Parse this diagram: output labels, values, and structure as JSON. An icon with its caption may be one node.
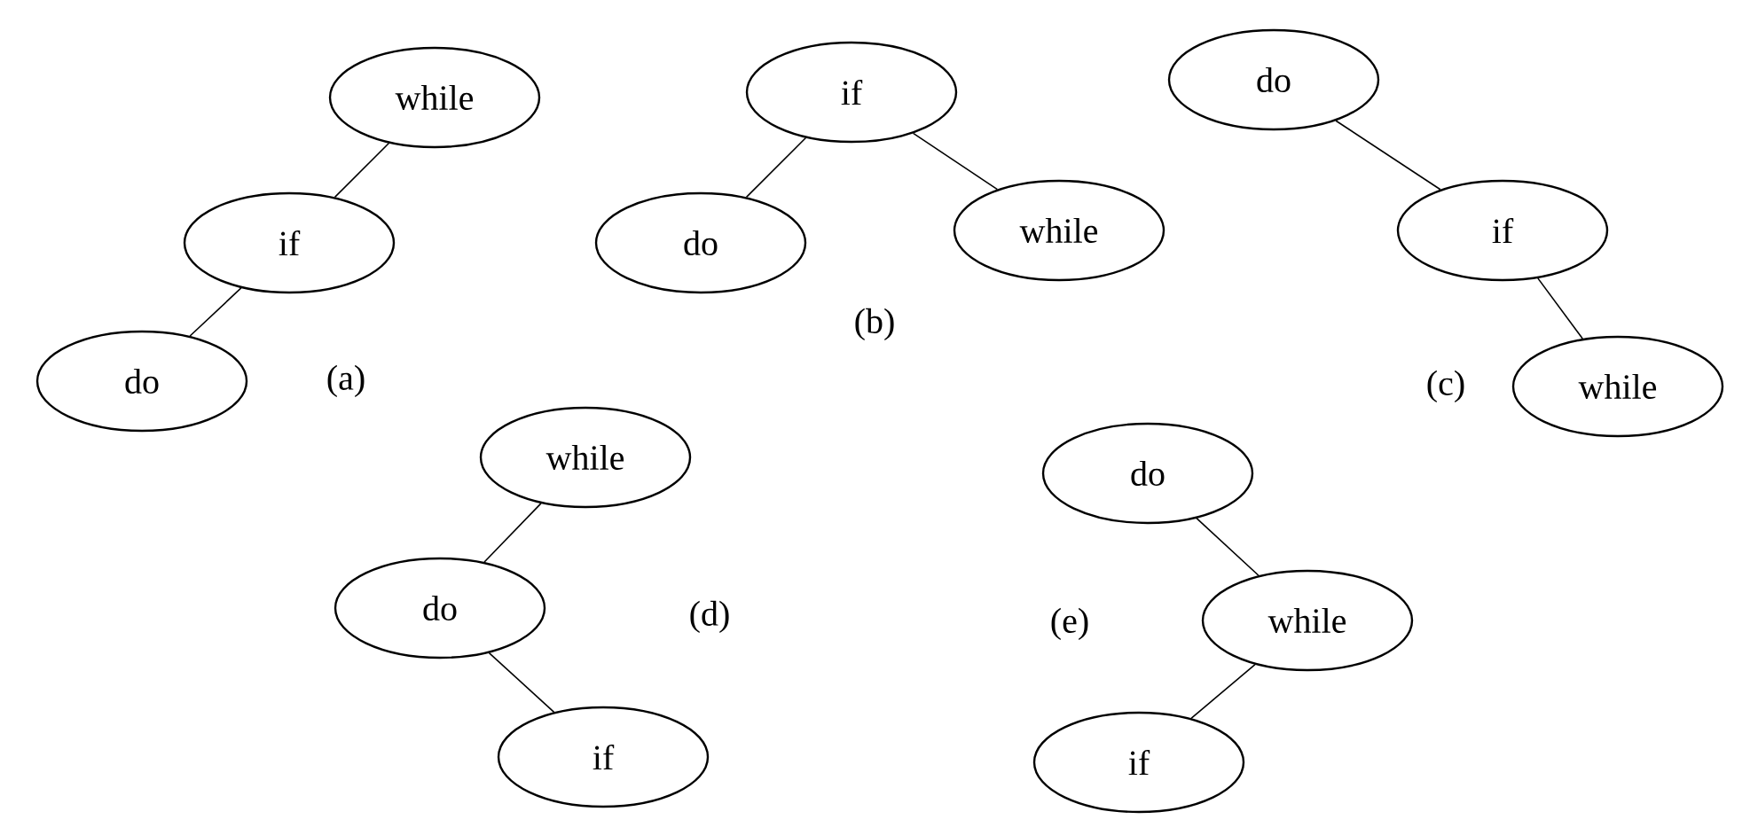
{
  "diagram": {
    "nodes": [
      {
        "text": [
          "while"
        ]
      },
      {
        "text": [
          "if"
        ]
      },
      {
        "text": [
          "do"
        ]
      },
      {
        "text": [
          "if"
        ]
      },
      {
        "text": [
          "do"
        ]
      },
      {
        "text": [
          "while"
        ]
      },
      {
        "text": [
          "do"
        ]
      },
      {
        "text": [
          "if"
        ]
      },
      {
        "text": [
          "while"
        ]
      },
      {
        "text": [
          "while"
        ]
      },
      {
        "text": [
          "do"
        ]
      },
      {
        "text": [
          "if"
        ]
      },
      {
        "text": [
          "do"
        ]
      },
      {
        "text": [
          "while"
        ]
      },
      {
        "text": [
          "if"
        ]
      }
    ],
    "edges": [
      {
        "from": 0,
        "to": 1,
        "arrow": "none"
      },
      {
        "from": 1,
        "to": 2,
        "arrow": "none"
      },
      {
        "from": 3,
        "to": 4,
        "arrow": "none"
      },
      {
        "from": 3,
        "to": 5,
        "arrow": "none"
      },
      {
        "from": 6,
        "to": 7,
        "arrow": "none"
      },
      {
        "from": 7,
        "to": 8,
        "arrow": "none"
      },
      {
        "from": 9,
        "to": 10,
        "arrow": "none"
      },
      {
        "from": 10,
        "to": 11,
        "arrow": "none"
      },
      {
        "from": 12,
        "to": 13,
        "arrow": "none"
      },
      {
        "from": 13,
        "to": 14,
        "arrow": "none"
      }
    ],
    "labels": [
      "(a)",
      "(b)",
      "(c)",
      "(d)",
      "(e)"
    ]
  }
}
